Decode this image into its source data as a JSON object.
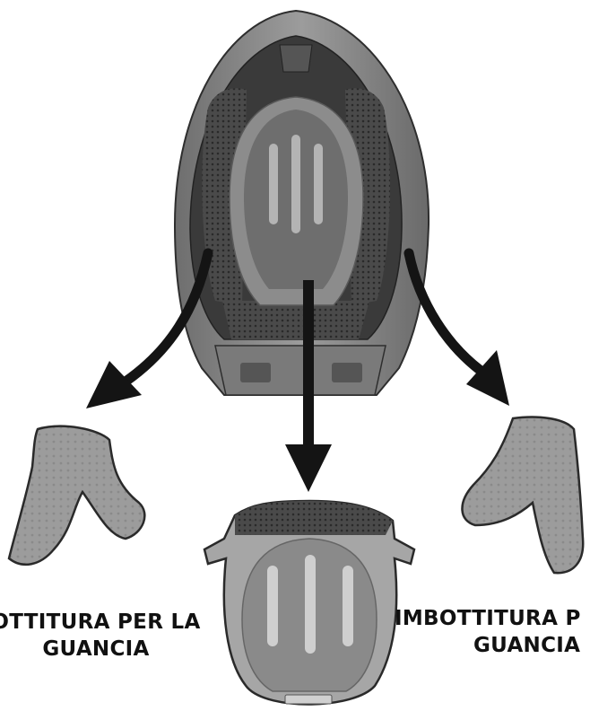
{
  "captions": {
    "left": {
      "line1": "OTTITURA PER LA",
      "line2": "GUANCIA"
    },
    "right": {
      "line1": "IMBOTTITURA P",
      "line2": "GUANCIA"
    }
  },
  "colors": {
    "shell": "#8a8a8a",
    "shell_dark": "#3c3c3c",
    "pad_gray": "#9a9a9a",
    "mesh": "#5a5a5a",
    "arrow": "#141414",
    "text": "#111111"
  }
}
